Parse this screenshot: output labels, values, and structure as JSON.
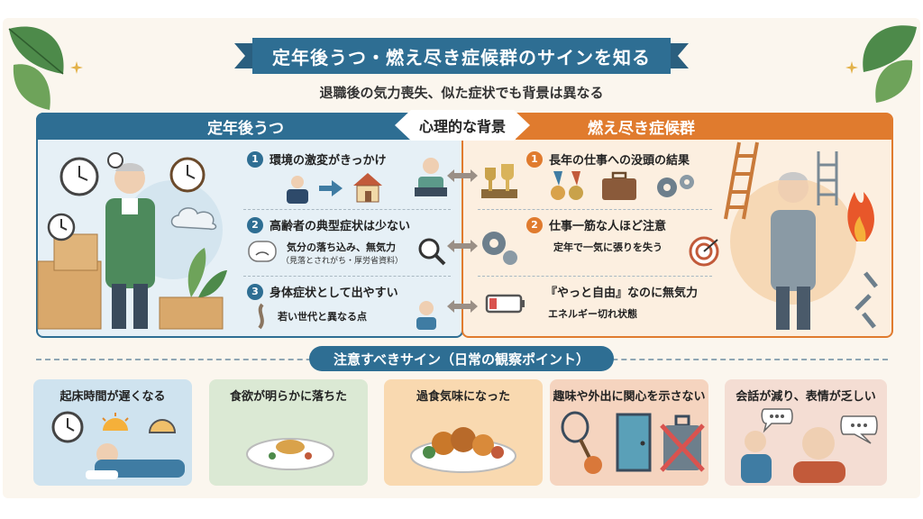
{
  "title": "定年後うつ・燃え尽き症候群のサインを知る",
  "subtitle": "退職後の気力喪失、似た症状でも背景は異なる",
  "header": {
    "left": "定年後うつ",
    "center": "心理的な背景",
    "right": "燃え尽き症候群"
  },
  "left_items": [
    {
      "num": "1",
      "label": "環境の激変がきっかけ"
    },
    {
      "num": "2",
      "label": "高齢者の典型症状は少ない",
      "detail": "気分の落ち込み、無気力",
      "note": "（見落とされがち・厚労省資料）"
    },
    {
      "num": "3",
      "label": "身体症状として出やすい",
      "detail": "若い世代と異なる点"
    }
  ],
  "right_items": [
    {
      "num": "1",
      "label": "長年の仕事への没頭の結果"
    },
    {
      "num": "2",
      "label": "仕事一筋な人ほど注意",
      "detail": "定年で一気に張りを失う"
    },
    {
      "num": "",
      "label": "『やっと自由』なのに無気力",
      "detail": "エネルギー切れ状態"
    }
  ],
  "signs_title": "注意すべきサイン（日常の観察ポイント）",
  "sign_cards": [
    {
      "label": "起床時間が遅くなる"
    },
    {
      "label": "食欲が明らかに落ちた"
    },
    {
      "label": "過食気味になった"
    },
    {
      "label": "趣味や外出に関心を示さない"
    },
    {
      "label": "会話が減り、表情が乏しい"
    }
  ],
  "colors": {
    "left_accent": "#2e6e93",
    "right_accent": "#e07b2e",
    "card_blue": "#cfe3ef",
    "card_green": "#dbe9d4",
    "card_orange": "#f9d9b0",
    "card_peach": "#f5d4bf",
    "card_pink": "#f4ddd3"
  },
  "icons": [
    "leaf-icon",
    "clock-icon",
    "house-icon",
    "laptop-icon",
    "trophy-icon",
    "medal-icon",
    "briefcase-icon",
    "gear-icon",
    "magnifier-icon",
    "target-icon",
    "battery-icon",
    "ladder-icon",
    "fire-icon",
    "chain-icon",
    "sun-icon",
    "plate-icon",
    "tennis-racket-icon",
    "door-icon",
    "suitcase-icon",
    "speech-bubble-icon"
  ]
}
